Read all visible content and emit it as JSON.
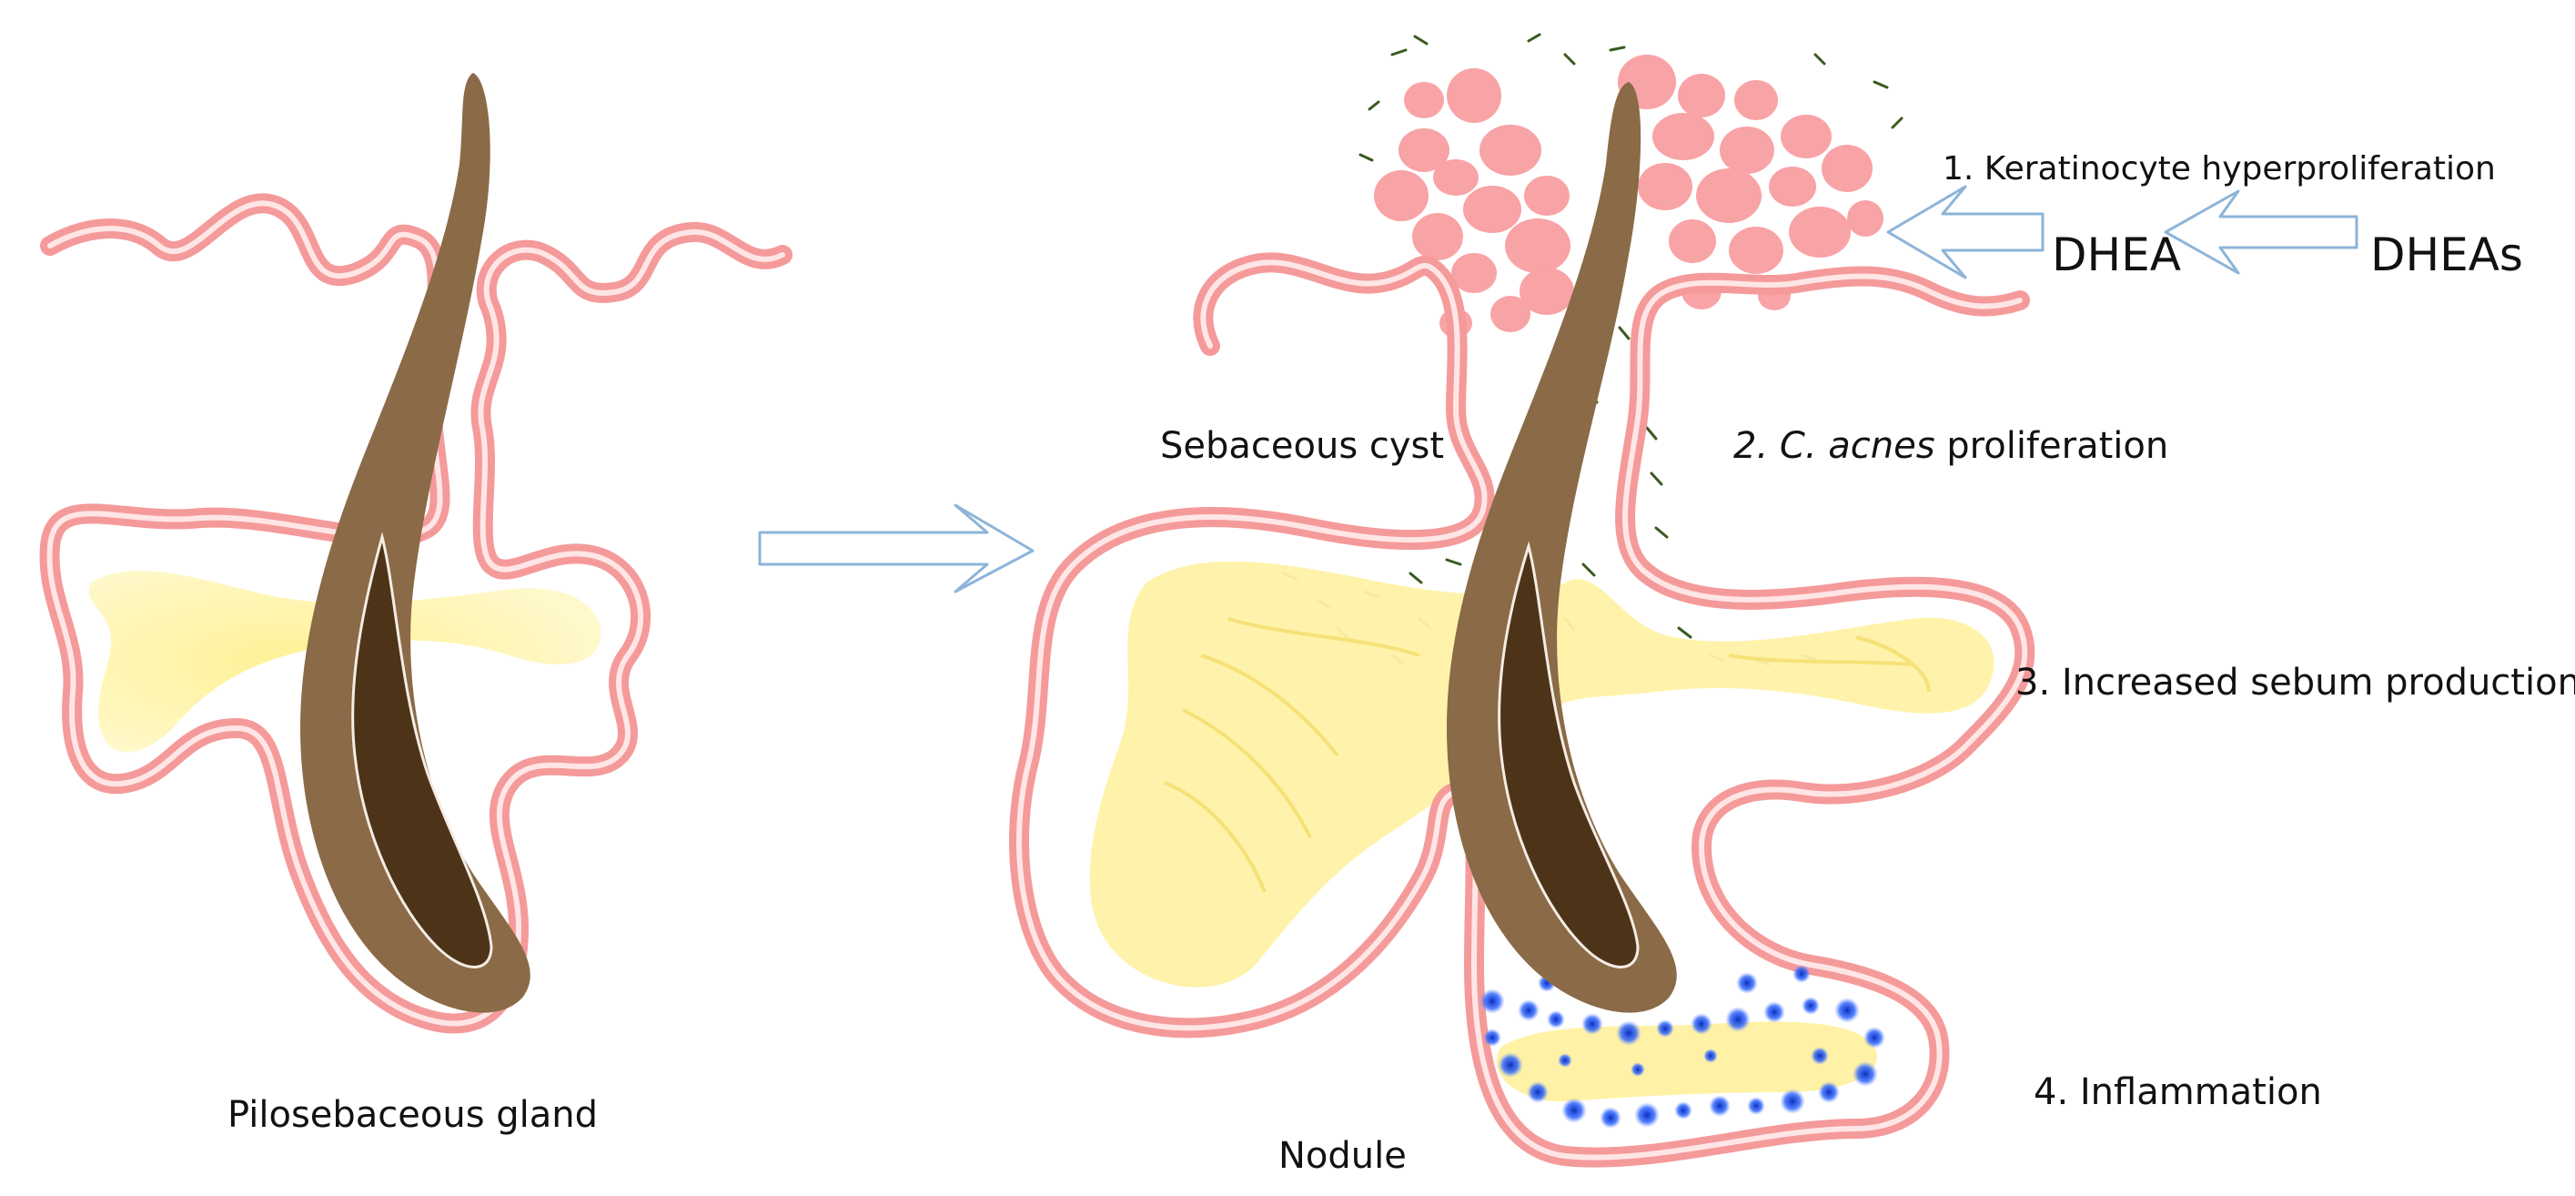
{
  "labels": {
    "left_caption": "Pilosebaceous gland",
    "sebaceous_cyst": "Sebaceous cyst",
    "nodule": "Nodule",
    "dhea": "DHEA",
    "dheas": "DHEAs"
  },
  "steps": {
    "step1": "1. Keratinocyte hyperproliferation",
    "step2_prefix": "2. ",
    "step2_italic": "C. acnes",
    "step2_suffix": " proliferation",
    "step3": "3. Increased sebum production",
    "step4": "4. Inflammation"
  },
  "colors": {
    "skin_outline": "#f59a9a",
    "skin_inner": "#ffe1e1",
    "hair_shaft": "#8a6a47",
    "hair_core": "#4d3318",
    "sebum": "#fff2a6",
    "keratinocytes": "#f8a3a6",
    "bacteria": "#3a5a1f",
    "inflammation": "#1f4fd6",
    "arrow_outline": "#8db4d8"
  },
  "icons": {
    "process_arrow": "hollow-arrow-right",
    "hormone_arrows": "hollow-arrow-left"
  }
}
